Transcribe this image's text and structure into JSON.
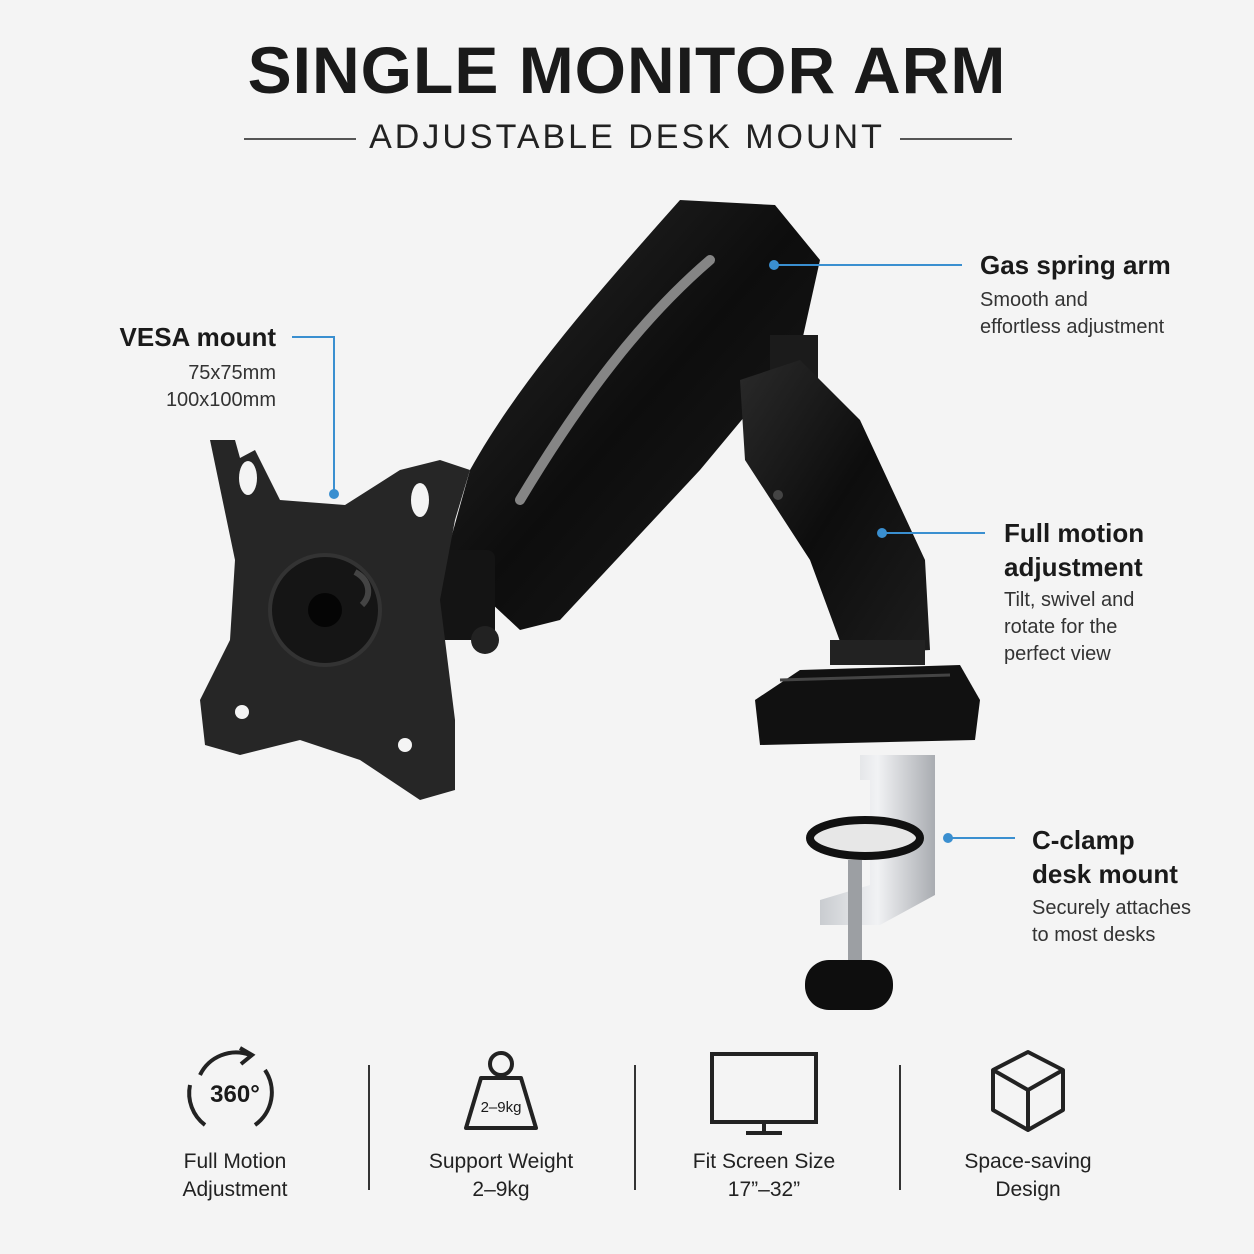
{
  "header": {
    "title": "SINGLE MONITOR ARM",
    "subtitle": "ADJUSTABLE DESK MOUNT"
  },
  "callouts": {
    "vesa": {
      "title": "VESA mount",
      "line1": "75x75mm",
      "line2": "100x100mm"
    },
    "gas_spring": {
      "title": "Gas spring arm",
      "line1": "Smooth and",
      "line2": "effortless adjustment"
    },
    "full_motion": {
      "title_line1": "Full motion",
      "title_line2": "adjustment",
      "line1": "Tilt, swivel and",
      "line2": "rotate for the",
      "line3": "perfect view"
    },
    "c_clamp": {
      "title_line1": "C-clamp",
      "title_line2": "desk mount",
      "line1": "Securely attaches",
      "line2": "to most desks"
    }
  },
  "features": [
    {
      "icon": "rotate-360-icon",
      "icon_text": "360°",
      "line1": "Full Motion",
      "line2": "Adjustment"
    },
    {
      "icon": "weight-icon",
      "icon_text": "2–9kg",
      "line1": "Support Weight",
      "line2": "2–9kg"
    },
    {
      "icon": "monitor-icon",
      "line1": "Fit Screen Size",
      "line2": "17”–32”"
    },
    {
      "icon": "cube-icon",
      "line1": "Space-saving",
      "line2": "Design"
    }
  ],
  "colors": {
    "accent": "#3a8fd0",
    "text": "#1a1a1a",
    "background": "#f4f4f4"
  }
}
